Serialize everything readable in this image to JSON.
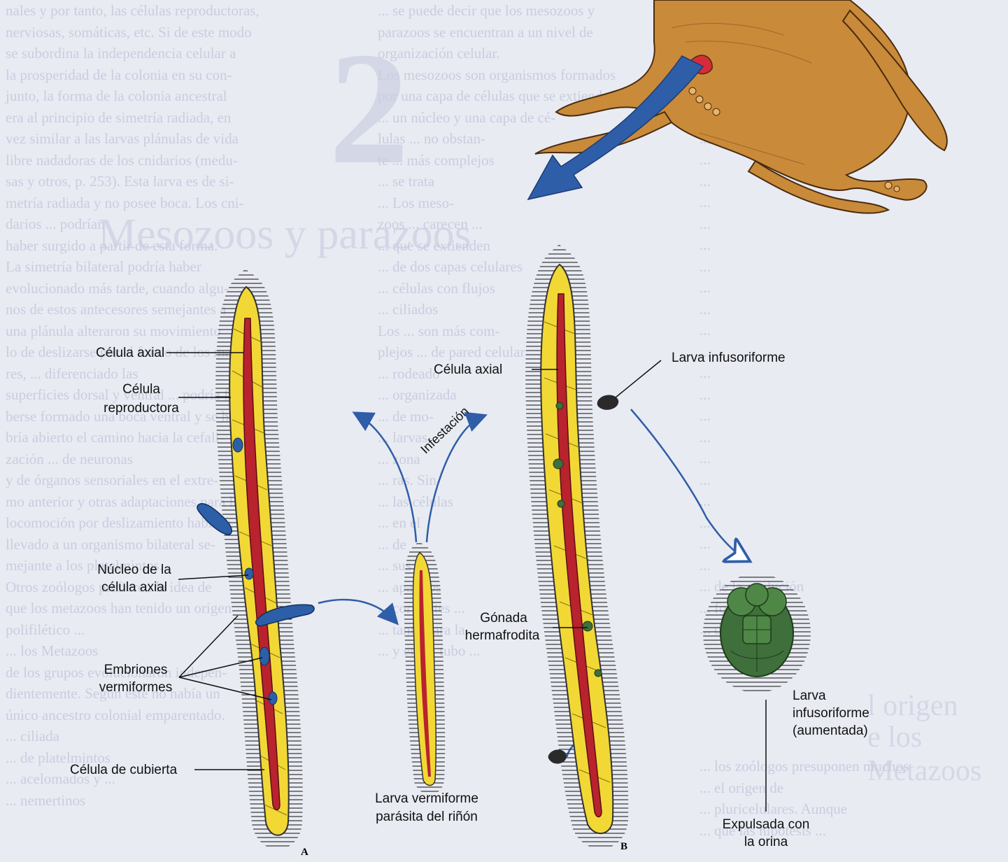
{
  "labels": {
    "axial_cell_a": "Célula axial",
    "reproductive_cell_line1": "Célula",
    "reproductive_cell_line2": "reproductora",
    "axial_nucleus_line1": "Núcleo de la",
    "axial_nucleus_line2": "célula axial",
    "embryos_line1": "Embriones",
    "embryos_line2": "vermiformes",
    "cover_cell": "Célula de cubierta",
    "panel_a": "A",
    "vermiform_line1": "Larva vermiforme",
    "vermiform_line2": "parásita del riñón",
    "infestation": "Infestación",
    "axial_cell_b": "Célula axial",
    "gonad_line1": "Gónada",
    "gonad_line2": "hermafrodita",
    "panel_b": "B",
    "infusoriform_larva": "Larva infusoriforme",
    "enlarged_line1": "Larva",
    "enlarged_line2": "infusoriforme",
    "enlarged_line3": "(aumentada)",
    "expelled_line1": "Expulsada con",
    "expelled_line2": "la orina"
  },
  "icons": {
    "octopus": "octopus-icon",
    "big_arrow": "large-arrow-icon",
    "cilia": "cilia-fringe"
  },
  "colors": {
    "worm_fill": "#f2d835",
    "axial_cell": "#b8232e",
    "embryo": "#2c5fa8",
    "arrow_blue": "#2f5ea8",
    "octopus": "#c98a3a",
    "larva_green": "#3f6f3a",
    "background_page": "#e9ebf3"
  },
  "background_text": {
    "chapter_number": "2",
    "heading_ghost": "Mesozoos y parazoos",
    "origin_heading_line1": "l origen",
    "origin_heading_line2": "e los Metazoos"
  }
}
